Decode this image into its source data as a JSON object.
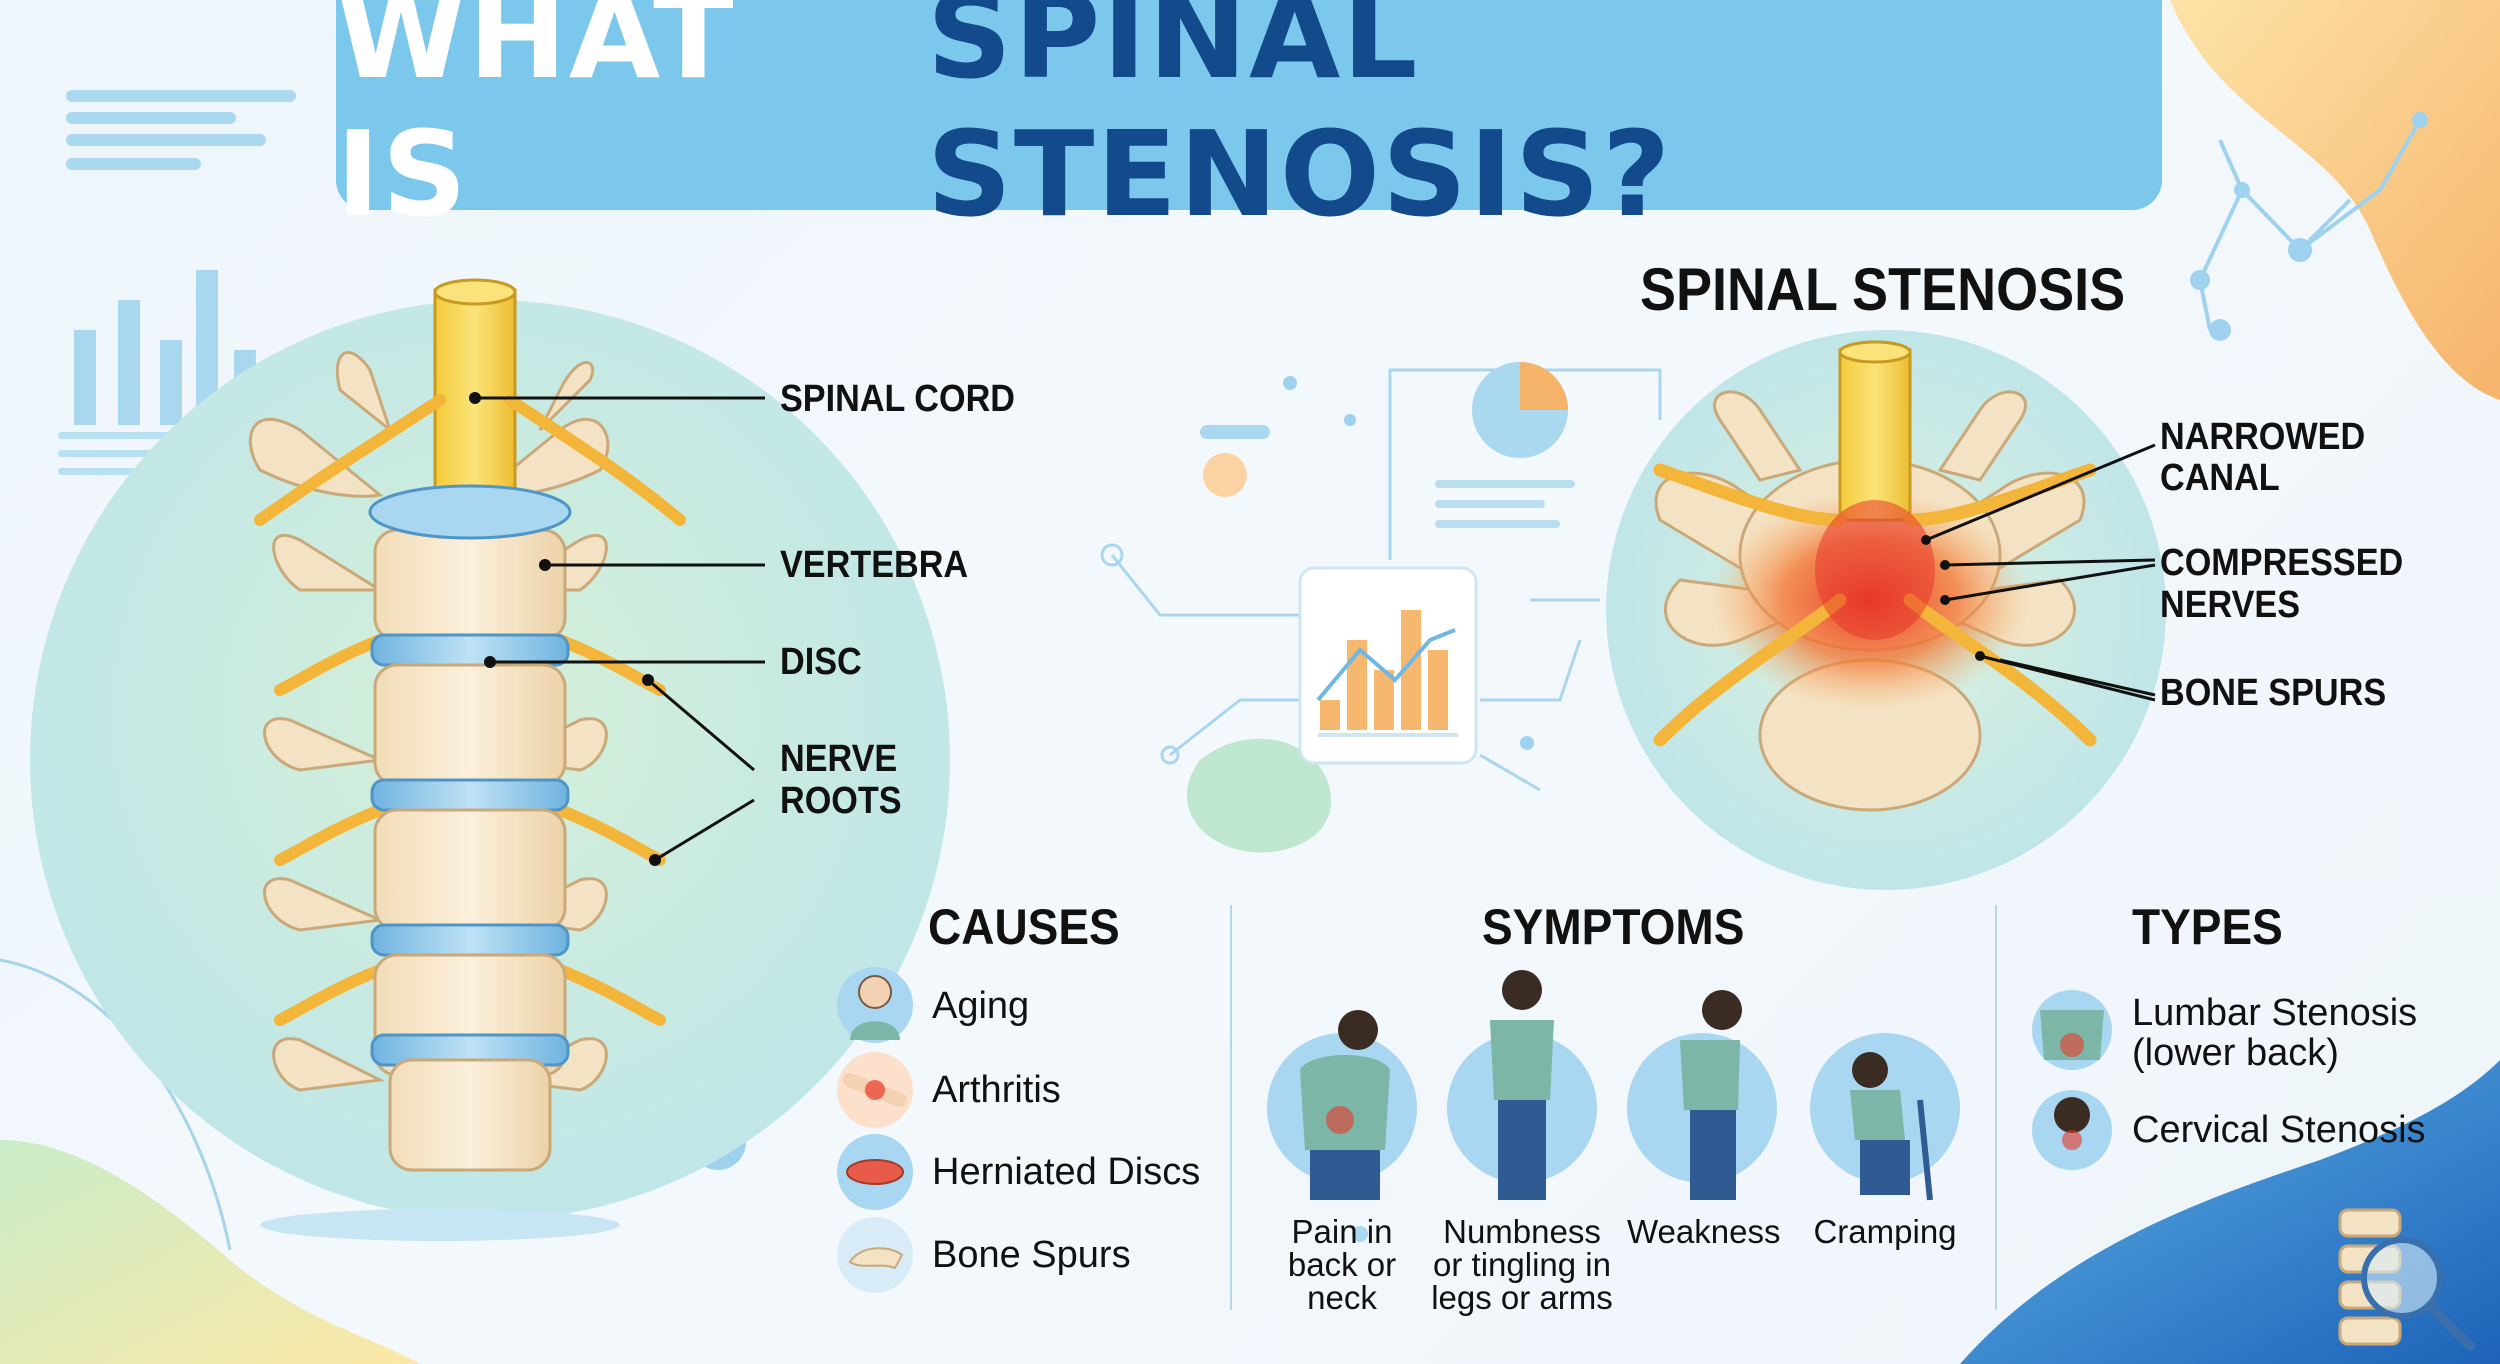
{
  "title": {
    "part1": "WHAT IS",
    "part2": "SPINAL STENOSIS?"
  },
  "left_diagram": {
    "labels": {
      "spinal_cord": "SPINAL CORD",
      "vertebra": "VERTEBRA",
      "disc": "DISC",
      "nerve_roots_1": "NERVE",
      "nerve_roots_2": "ROOTS"
    }
  },
  "right_diagram": {
    "title": "SPINAL STENOSIS",
    "labels": {
      "narrowed_1": "NARROWED",
      "narrowed_2": "CANAL",
      "compressed_1": "COMPRESSED",
      "compressed_2": "NERVES",
      "bone_spurs": "BONE SPURS"
    }
  },
  "causes": {
    "heading": "CAUSES",
    "items": [
      {
        "label": "Aging",
        "icon": "elderly-person-icon"
      },
      {
        "label": "Arthritis",
        "icon": "inflamed-joint-icon"
      },
      {
        "label": "Herniated Discs",
        "icon": "herniated-disc-icon"
      },
      {
        "label": "Bone Spurs",
        "icon": "bone-spur-icon"
      }
    ]
  },
  "symptoms": {
    "heading": "SYMPTOMS",
    "items": [
      {
        "lines": [
          "Pain in",
          "back or",
          "neck"
        ],
        "icon": "back-pain-icon"
      },
      {
        "lines": [
          "Numbness",
          "or tingling in",
          "legs or arms"
        ],
        "icon": "numbness-icon"
      },
      {
        "lines": [
          "Weakness"
        ],
        "icon": "weakness-icon"
      },
      {
        "lines": [
          "Cramping"
        ],
        "icon": "cramping-icon"
      }
    ]
  },
  "types": {
    "heading": "TYPES",
    "items": [
      {
        "lines": [
          "Lumbar Stenosis",
          "(lower back)"
        ],
        "icon": "lower-back-icon"
      },
      {
        "lines": [
          "Cervical Stenosis"
        ],
        "icon": "neck-icon"
      }
    ]
  },
  "colors": {
    "banner": "#7cc8ec",
    "title_blue": "#124a8c",
    "nerve": "#f3b63a",
    "bone": "#f6e6cc",
    "disc": "#8fc6e6",
    "inflammation": "#e8382a",
    "spinal_cord": "#f5d65a"
  }
}
